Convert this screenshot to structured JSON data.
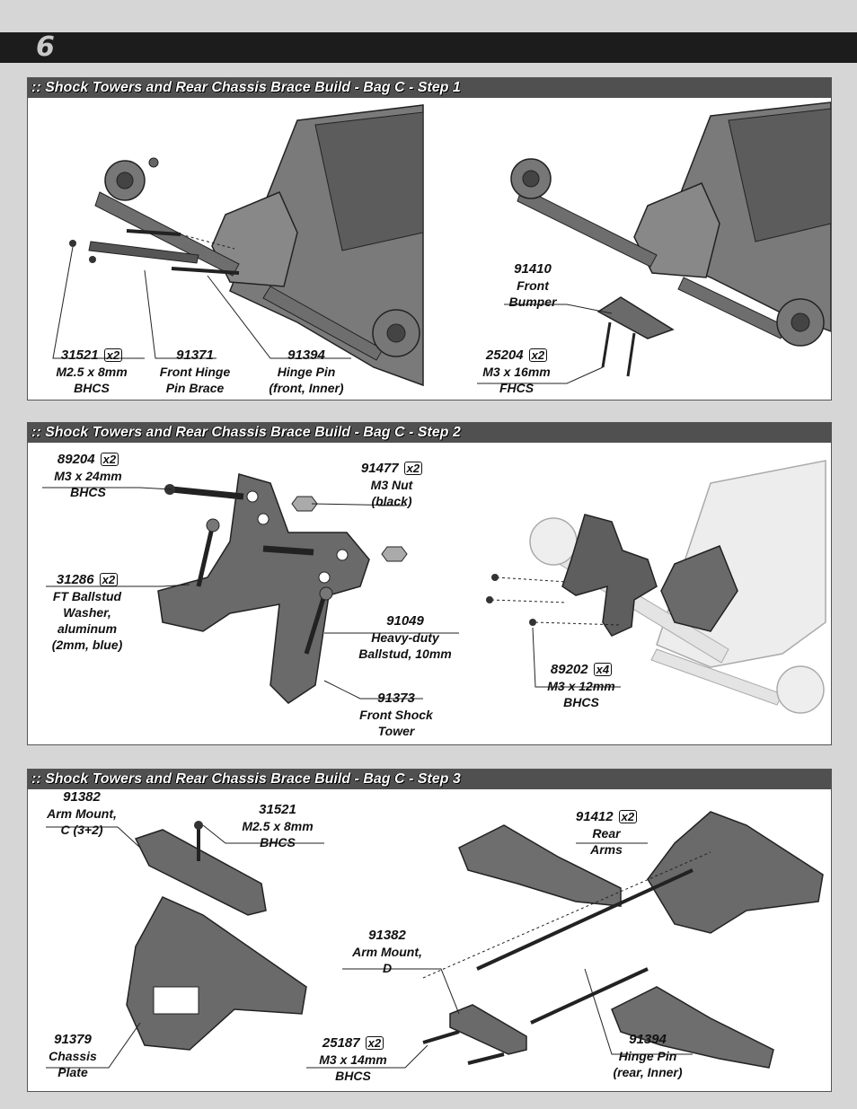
{
  "page": {
    "number": "6"
  },
  "steps": [
    {
      "title": ":: Shock Towers and Rear Chassis Brace Build - Bag C - Step 1",
      "callouts": [
        {
          "part": "31521",
          "qty": "x2",
          "lines": [
            "M2.5 x 8mm",
            "BHCS"
          ]
        },
        {
          "part": "91371",
          "qty": "",
          "lines": [
            "Front Hinge",
            "Pin Brace"
          ]
        },
        {
          "part": "91394",
          "qty": "",
          "lines": [
            "Hinge Pin",
            "(front, Inner)"
          ]
        },
        {
          "part": "91410",
          "qty": "",
          "lines": [
            "Front",
            "Bumper"
          ]
        },
        {
          "part": "25204",
          "qty": "x2",
          "lines": [
            "M3 x 16mm",
            "FHCS"
          ]
        }
      ]
    },
    {
      "title": ":: Shock Towers and Rear Chassis Brace Build - Bag C - Step 2",
      "callouts": [
        {
          "part": "89204",
          "qty": "x2",
          "lines": [
            "M3 x 24mm",
            "BHCS"
          ]
        },
        {
          "part": "91477",
          "qty": "x2",
          "lines": [
            "M3 Nut",
            "(black)"
          ]
        },
        {
          "part": "31286",
          "qty": "x2",
          "lines": [
            "FT Ballstud",
            "Washer,",
            "aluminum",
            "(2mm, blue)"
          ]
        },
        {
          "part": "91049",
          "qty": "",
          "lines": [
            "Heavy-duty",
            "Ballstud, 10mm"
          ]
        },
        {
          "part": "91373",
          "qty": "",
          "lines": [
            "Front Shock",
            "Tower"
          ]
        },
        {
          "part": "89202",
          "qty": "x4",
          "lines": [
            "M3 x 12mm",
            "BHCS"
          ]
        }
      ]
    },
    {
      "title": ":: Shock Towers and Rear Chassis Brace Build - Bag C - Step 3",
      "callouts": [
        {
          "part": "91382",
          "qty": "",
          "lines": [
            "Arm Mount,",
            "C (3+2)"
          ]
        },
        {
          "part": "31521",
          "qty": "",
          "lines": [
            "M2.5 x 8mm",
            "BHCS"
          ]
        },
        {
          "part": "91412",
          "qty": "x2",
          "lines": [
            "Rear",
            "Arms"
          ]
        },
        {
          "part": "91382",
          "qty": "",
          "lines": [
            "Arm Mount,",
            "D"
          ]
        },
        {
          "part": "91379",
          "qty": "",
          "lines": [
            "Chassis",
            "Plate"
          ]
        },
        {
          "part": "25187",
          "qty": "x2",
          "lines": [
            "M3 x 14mm",
            "BHCS"
          ]
        },
        {
          "part": "91394",
          "qty": "",
          "lines": [
            "Hinge Pin",
            "(rear, Inner)"
          ]
        }
      ]
    }
  ]
}
